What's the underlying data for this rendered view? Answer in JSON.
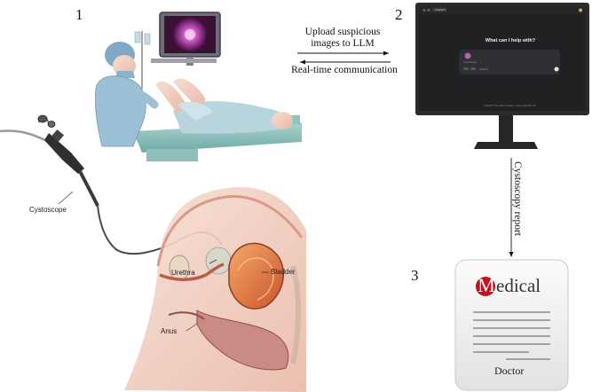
{
  "steps": {
    "one": "1",
    "two": "2",
    "three": "3"
  },
  "arrows": {
    "upload_line1": "Upload suspicious",
    "upload_line2": "images to LLM",
    "realtime": "Real-time communication",
    "report": "Cystoscopy report"
  },
  "anatomy": {
    "cystoscope": "Cystoscope",
    "urethra": "Urethra",
    "bladder": "Bladder",
    "anus": "Anus"
  },
  "chat_ui": {
    "tab_label": "ChatGPT",
    "prompt": "What can I help with?",
    "attachment_caption": "Cystoscopy",
    "tool_label": "Search",
    "disclaimer": "ChatGPT can make mistakes. Check important info."
  },
  "report": {
    "title_first_letter": "M",
    "title_rest": "edical",
    "signature": "Doctor"
  },
  "colors": {
    "logo_red": "#c1121f",
    "monitor_frame": "#2b2b2b",
    "screen_bg": "#202123",
    "input_bg": "#2f2f33"
  }
}
